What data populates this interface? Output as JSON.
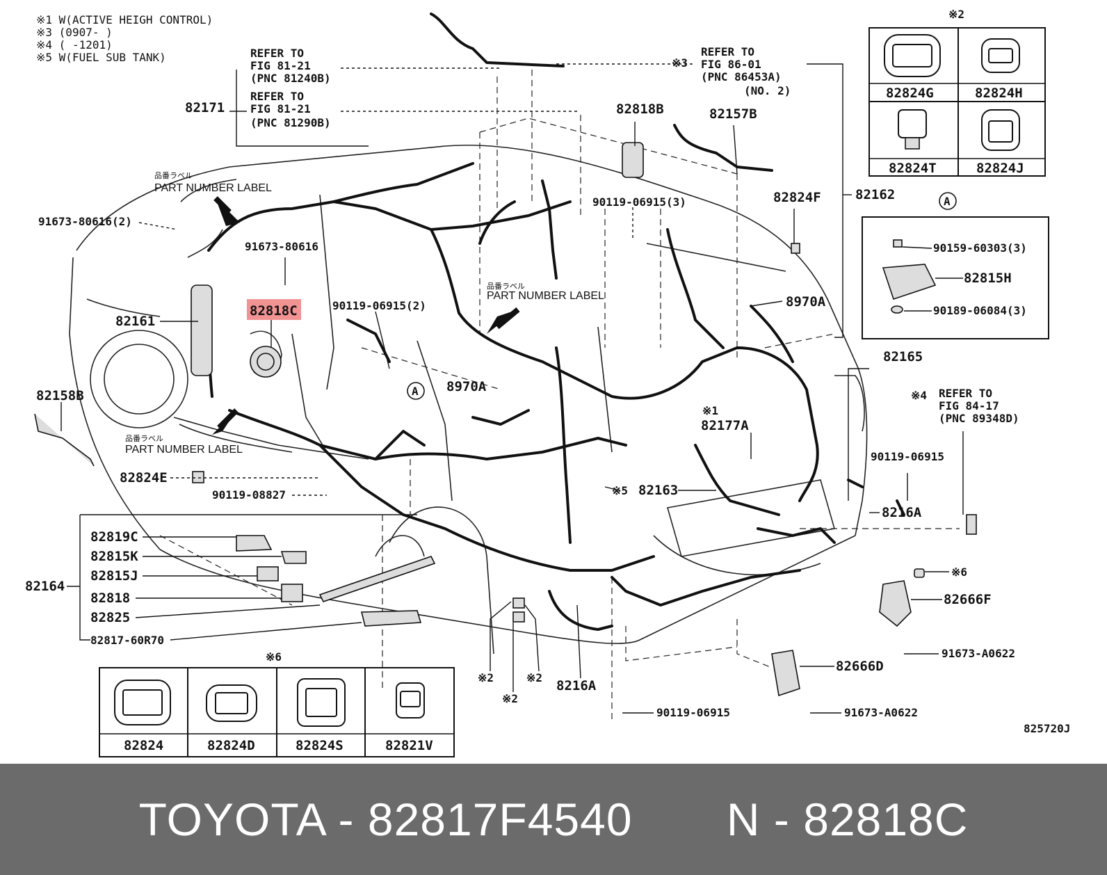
{
  "footer": {
    "brand": "TOYOTA",
    "part_number": "82817F4540",
    "separator": "-",
    "n_label": "N",
    "n_value": "82818C"
  },
  "notes": [
    "※1 W(ACTIVE HEIGH CONTROL)",
    "※3 (0907-      )",
    "※4 (      -1201)",
    "※5 W(FUEL SUB TANK)"
  ],
  "refs": {
    "ref1": [
      "REFER TO",
      "FIG 81-21",
      "(PNC 81240B)"
    ],
    "ref2": [
      "REFER TO",
      "FIG 81-21",
      "(PNC 81290B)"
    ],
    "ref3": [
      "REFER TO",
      "FIG 86-01",
      "(PNC 86453A)",
      "(NO. 2)"
    ],
    "ref4": [
      "REFER TO",
      "FIG 84-17",
      "(PNC 89348D)"
    ]
  },
  "part_number_label": "PART NUMBER LABEL",
  "part_number_label_jp": "品番ラベル",
  "highlight_color": "#f08080",
  "labels": {
    "l82171": "82171",
    "l82818B": "82818B",
    "l82157B": "82157B",
    "l82162": "82162",
    "l91673_80616_2": "91673-80616(2)",
    "l91673_80616": "91673-80616",
    "l82818C": "82818C",
    "l90119_06915_3": "90119-06915(3)",
    "l82824F": "82824F",
    "l90119_06915_2": "90119-06915(2)",
    "l8970A_a": "8970A",
    "l8970A_b": "8970A",
    "l82161": "82161",
    "l82158B": "82158B",
    "l82824E": "82824E",
    "l90119_08827": "90119-08827",
    "l82177A": "82177A",
    "l82163": "82163",
    "l82165": "82165",
    "l90119_06915_r": "90119-06915",
    "l8216A_r": "8216A",
    "l82819C": "82819C",
    "l82815K": "82815K",
    "l82815J": "82815J",
    "l82818": "82818",
    "l82825": "82825",
    "l82817_60R70": "82817-60R70",
    "l82164": "82164",
    "l82666F": "82666F",
    "l91673_A0622_a": "91673-A0622",
    "l82666D": "82666D",
    "l91673_A0622_b": "91673-A0622",
    "l90119_06915_b": "90119-06915",
    "l8216A_b": "8216A",
    "l90159_60303": "90159-60303(3)",
    "l82815H": "82815H",
    "l90189_06084": "90189-06084(3)",
    "circleA": "A",
    "mark1": "※1",
    "mark2": "※2",
    "mark3": "※3",
    "mark4": "※4",
    "mark5": "※5",
    "mark6": "※6",
    "figure_code": "825720J"
  },
  "connector_table_top": {
    "mark": "※2",
    "cells": [
      "82824G",
      "82824H",
      "82824T",
      "82824J"
    ]
  },
  "connector_table_bottom": {
    "mark": "※6",
    "cells": [
      "82824",
      "82824D",
      "82824S",
      "82821V"
    ]
  }
}
